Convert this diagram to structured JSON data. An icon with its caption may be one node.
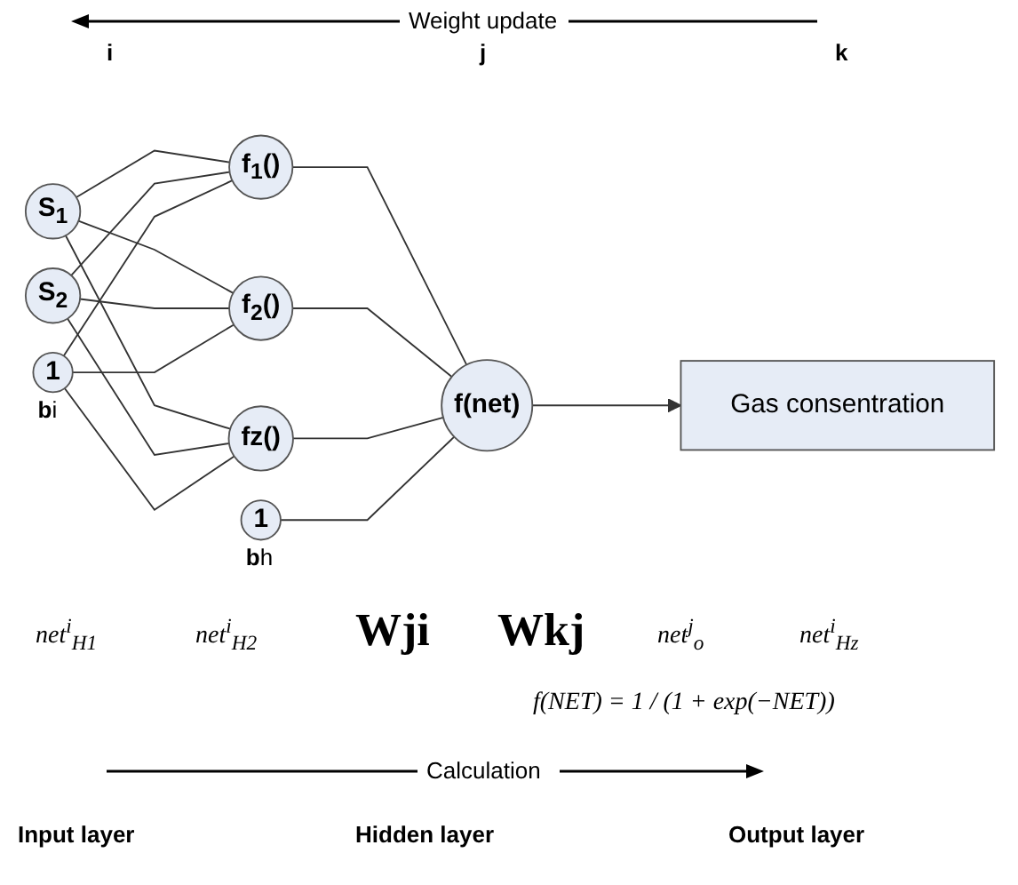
{
  "diagram": {
    "nodes": [
      {
        "text": [
          "S$_{1}$"
        ]
      },
      {
        "text": [
          "S$_{2}$"
        ]
      },
      {
        "text": [
          "1"
        ],
        "beside": [
          "**b**i"
        ]
      },
      {
        "text": [
          "f$_{1}$()"
        ]
      },
      {
        "text": [
          "f$_{2}$()"
        ]
      },
      {
        "text": [
          "fz()"
        ]
      },
      {
        "text": [
          "1"
        ],
        "beside": [
          "**b**h"
        ]
      },
      {
        "text": [
          "f(net)"
        ]
      },
      {
        "text": [
          "Gas consentration"
        ]
      }
    ],
    "edges": [
      {
        "from": 0,
        "to": 3,
        "arrow": "none"
      },
      {
        "from": 0,
        "to": 4,
        "arrow": "none"
      },
      {
        "from": 0,
        "to": 5,
        "arrow": "none"
      },
      {
        "from": 1,
        "to": 3,
        "arrow": "none"
      },
      {
        "from": 1,
        "to": 4,
        "arrow": "none"
      },
      {
        "from": 1,
        "to": 5,
        "arrow": "none"
      },
      {
        "from": 2,
        "to": 3,
        "arrow": "none"
      },
      {
        "from": 2,
        "to": 4,
        "arrow": "none"
      },
      {
        "from": 2,
        "to": 5,
        "arrow": "none"
      },
      {
        "from": 3,
        "to": 7,
        "arrow": "none"
      },
      {
        "from": 4,
        "to": 7,
        "arrow": "none"
      },
      {
        "from": 5,
        "to": 7,
        "arrow": "none"
      },
      {
        "from": 6,
        "to": 7,
        "arrow": "none"
      },
      {
        "from": 7,
        "to": 8,
        "arrow": "to"
      }
    ],
    "labels": [
      "Weight update",
      "i",
      "j",
      "net$^{i}$$_{H1}$",
      "k",
      "net$^{i}$$_{H2}$",
      "Wji",
      "Wkj",
      "net$^{j}$$_{o}$",
      "net$^{i}$$_{Hz}$",
      "f(NET) = 1 / (1 + exp(−NET))",
      "Calculation",
      "Input layer",
      "Hidden layer",
      "Output layer"
    ]
  }
}
